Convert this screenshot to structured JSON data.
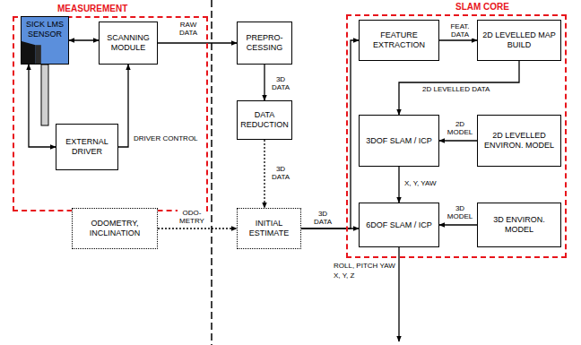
{
  "diagram": {
    "nodes": [
      {
        "text": [
          "MEASUREMENT"
        ]
      },
      {
        "text": [
          "SICK LMS SENSOR"
        ],
        "in": 0
      },
      {
        "text": [
          "SCANNING MODULE"
        ],
        "in": 0
      },
      {
        "text": [
          "EXTERNAL DRIVER"
        ],
        "in": 0
      },
      {
        "text": [
          "PREPRO- CESSING"
        ]
      },
      {
        "text": [
          "DATA REDUCTION"
        ]
      },
      {
        "text": [
          "ODOMETRY, INCLINATION"
        ]
      },
      {
        "text": [
          "INITIAL ESTIMATE"
        ]
      },
      {
        "text": [
          "SLAM CORE"
        ]
      },
      {
        "text": [
          "FEATURE EXTRACTION"
        ],
        "in": 8
      },
      {
        "text": [
          "2D LEVELLED MAP BUILD"
        ],
        "in": 8
      },
      {
        "text": [
          "3DOF SLAM / ICP"
        ],
        "in": 8
      },
      {
        "text": [
          "2D LEVELLED ENVIRON. MODEL"
        ],
        "in": 8
      },
      {
        "text": [
          "6DOF SLAM / ICP"
        ],
        "in": 8
      },
      {
        "text": [
          "3D ENVIRON. MODEL"
        ],
        "in": 8
      }
    ],
    "edges": [
      {
        "from": 1,
        "to": 2,
        "arrow": "both"
      },
      {
        "from": 3,
        "to": 1,
        "arrow": "both"
      },
      {
        "from": 3,
        "to": 2,
        "label": "DRIVER CONTROL",
        "arrow": "to"
      },
      {
        "from": 2,
        "to": 4,
        "label": "RAW DATA",
        "arrow": "to"
      },
      {
        "from": 4,
        "to": 5,
        "label": "3D DATA",
        "arrow": "to"
      },
      {
        "from": 5,
        "to": 7,
        "label": "3D DATA",
        "arrow": "to"
      },
      {
        "from": 6,
        "to": 7,
        "label": "ODO- METRY",
        "arrow": "to"
      },
      {
        "from": 7,
        "to": 9,
        "arrow": "to"
      },
      {
        "from": 7,
        "to": 13,
        "label": "3D DATA",
        "arrow": "to"
      },
      {
        "from": 9,
        "to": 10,
        "label": "FEAT. DATA",
        "arrow": "to"
      },
      {
        "from": 10,
        "to": 11,
        "label": "2D LEVELLED DATA",
        "arrow": "to"
      },
      {
        "from": 12,
        "to": 11,
        "label": "2D MODEL",
        "arrow": "to"
      },
      {
        "from": 11,
        "to": 13,
        "label": "X, Y, YAW",
        "arrow": "to"
      },
      {
        "from": 14,
        "to": 13,
        "label": "3D MODEL",
        "arrow": "to"
      }
    ],
    "labels": [
      "ROLL, PITCH YAW",
      "X, Y, Z"
    ]
  }
}
